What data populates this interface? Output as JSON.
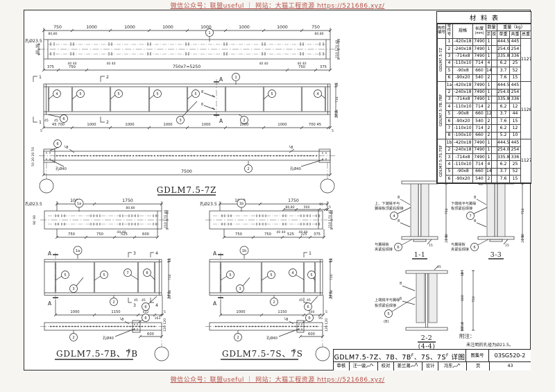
{
  "banner": {
    "top": "微信公众号：联盟useful ｜ 网站：大猫工程资源 https://521686.xyz/",
    "bottom": "微信公众号：联盟useful ｜ 网站：大猫工程资源 https://521686.xyz/"
  },
  "colors": {
    "accent_red": "#b5524c",
    "line": "#2b2b2b",
    "paper": "#ffffff"
  },
  "bub": {
    "1": "1",
    "2": "2",
    "3": "3",
    "4": "4",
    "5": "5",
    "6": "6",
    "7": "7",
    "8": "8",
    "1a": "1a",
    "1b": "1b"
  },
  "material_table": {
    "title": "材料表",
    "col_member": "构件编号",
    "col_part": "零件号",
    "col_spec": "规格",
    "col_len": "长度",
    "col_len_unit": "(mm)",
    "col_qty": "数量",
    "col_qty_pos": "正",
    "col_qty_neg": "反",
    "col_weight": "重量（kg）",
    "col_w_unit": "单重",
    "col_w_total": "共重",
    "col_w_grand": "总重",
    "groups": [
      {
        "member": "GDLM7.5-7Z",
        "grand": "1127",
        "rows": [
          [
            "1",
            "-420x18",
            "7490",
            "1",
            "",
            "444.5",
            "445"
          ],
          [
            "2",
            "-240x18",
            "7490",
            "1",
            "",
            "254.0",
            "254"
          ],
          [
            "3",
            "-714x8",
            "7490",
            "1",
            "",
            "335.8",
            "336"
          ],
          [
            "4",
            "-110x10",
            "714",
            "4",
            "",
            "6.2",
            "25"
          ],
          [
            "5",
            "-90x8",
            "660",
            "14",
            "",
            "3.7",
            "52"
          ],
          [
            "6",
            "-90x20",
            "540",
            "2",
            "",
            "7.6",
            "15"
          ]
        ]
      },
      {
        "member": "GDLM7.5-7B.7BF",
        "grand": "1128",
        "rows": [
          [
            "1a",
            "-420x18",
            "7490",
            "1",
            "",
            "444.5",
            "445"
          ],
          [
            "2",
            "-240x18",
            "7490",
            "1",
            "",
            "254.0",
            "254"
          ],
          [
            "3",
            "-714x8",
            "7490",
            "1",
            "",
            "335.8",
            "336"
          ],
          [
            "4",
            "-110x10",
            "714",
            "2",
            "",
            "6.2",
            "12"
          ],
          [
            "5",
            "-90x8",
            "660",
            "12",
            "",
            "3.7",
            "44"
          ],
          [
            "6",
            "-90x20",
            "540",
            "2",
            "",
            "7.6",
            "15"
          ],
          [
            "7",
            "-110x10",
            "714",
            "2",
            "",
            "6.2",
            "12"
          ],
          [
            "8",
            "-100x10",
            "660",
            "2",
            "",
            "5.2",
            "10"
          ]
        ]
      },
      {
        "member": "GDLM7.5-7S.7SF",
        "grand": "1127",
        "rows": [
          [
            "1b",
            "-420x18",
            "7490",
            "1",
            "",
            "444.5",
            "445"
          ],
          [
            "2",
            "-240x18",
            "7490",
            "1",
            "",
            "254.0",
            "254"
          ],
          [
            "3",
            "-714x8",
            "7490",
            "1",
            "",
            "335.8",
            "336"
          ],
          [
            "4",
            "-110x10",
            "714",
            "4",
            "",
            "6.2",
            "25"
          ],
          [
            "5",
            "-90x8",
            "660",
            "14",
            "",
            "3.7",
            "52"
          ],
          [
            "6",
            "-90x20",
            "540",
            "2",
            "",
            "7.6",
            "15"
          ]
        ]
      }
    ]
  },
  "d7z": {
    "label": "GDLM7.5-7Z",
    "hole_note": "孔Ø23.5",
    "hole40_l": "孔Ø40",
    "hole40_r": "孔Ø40",
    "plan_dims": [
      "750",
      "1000",
      "1000",
      "1000",
      "1000",
      "1000",
      "1000",
      "750"
    ],
    "dim8080_l": "80,80",
    "dim8080_r": "80,80",
    "d4040": "40 40",
    "d90a": "90",
    "d90b": "90",
    "right_rot": "210 170 40",
    "sub_left_1": "375",
    "sub_left_2": "750",
    "plan_total": "750x7=5250",
    "sub_right_1": "750",
    "sub_right_2": "375",
    "elev_dims": [
      "45 700",
      "1000",
      "1000",
      "1000",
      "1000",
      "1000",
      "1000",
      "700 45"
    ],
    "d5l": "5",
    "d5r": "5",
    "d45a": "45",
    "d45b": "45",
    "er1": "18",
    "er2": "714",
    "er3": "18",
    "er4": "20",
    "weld8": "8",
    "weld6": "6",
    "weldl8_l": "└8",
    "weldl8_r": "└8",
    "bl_rot": "50 20 20 50",
    "total": "7500",
    "sec1": "1",
    "sec2": "2",
    "amark": "A"
  },
  "d7b": {
    "label": "GDLM7.5-7B、7B",
    "sup": "F",
    "hole_note": "孔Ø23.5",
    "hole40": "孔Ø40",
    "top_dims": [
      "1000",
      "1750"
    ],
    "d8080": "80,80",
    "d4040": "40 40",
    "bot_dims": [
      "750",
      "750",
      "525",
      "600"
    ],
    "right_rot": "210 170 40",
    "d90a": "90",
    "d90b": "90",
    "elev_dims": [
      "1000",
      "1150",
      "432",
      "163",
      "5"
    ],
    "d45a": "45",
    "d45b": "45",
    "er1": "18",
    "er2": "714",
    "er3": "18",
    "er4": "20",
    "d600": "600",
    "d120_rot": "120 120",
    "weldl8": "└8",
    "sec3": "3",
    "sec4": "4",
    "amark": "A"
  },
  "d7s": {
    "label": "GDLM7.5-7S、7S",
    "sup": "F",
    "hole_note": "孔Ø23.5",
    "hole40": "孔Ø40",
    "top_dims": [
      "1000",
      "1750"
    ],
    "sub_dims": [
      "80,80",
      "500",
      "95",
      "5"
    ],
    "d4040a": "40 40",
    "d4040b": "40 40",
    "bot_dims": [
      "750",
      "750",
      "525",
      "225",
      "375"
    ],
    "right_rot": "210 170 40",
    "elev_dims": [
      "1000",
      "1150",
      "500",
      "95",
      "5"
    ],
    "d45a": "45",
    "d45b": "45",
    "er1": "18",
    "er2": "714",
    "er3": "18",
    "er4": "20",
    "d600": "600",
    "d120_rot": "120 120",
    "weldl8": "└8",
    "sec1": "1",
    "amark": "A"
  },
  "sections": {
    "s11": "1-1",
    "s33": "3-3",
    "s22": "2-2",
    "s44": "(4-4)",
    "n11a": "上、下端铣平与",
    "n11b": "翼缘板顶紧后焊接",
    "n33a": "下端铣平与翼缘",
    "n33b": "板顶紧后焊接",
    "n22a": "上端铣平与翼缘",
    "n22b": "板顶紧后焊接",
    "clampa": "与翼缘板",
    "clampb": "夹紧后焊接",
    "alt8": "(8)",
    "d714": "714",
    "d18": "18",
    "d20": "20",
    "d15": "15",
    "d660": "660",
    "d750": "750",
    "d54": "54",
    "d45deg": "45",
    "w8": "8",
    "w6": "6"
  },
  "notes": {
    "title": "附注：",
    "line1": "未注明的孔径为Ø21.5。"
  },
  "titleblock": {
    "t1": "GDLM7.5-7Z、7B、7B",
    "s1": "F",
    "t2": "、7S、7S",
    "s2": "F",
    "t3": " 详图",
    "atlas_label": "图集号",
    "atlas_no": "03SG520-2",
    "review": "审核",
    "review_name": "汪一骏",
    "check": "校对",
    "check_name": "姜兰潮",
    "design": "设计",
    "design_name": "冯东",
    "page_label": "页",
    "page_no": "43"
  }
}
